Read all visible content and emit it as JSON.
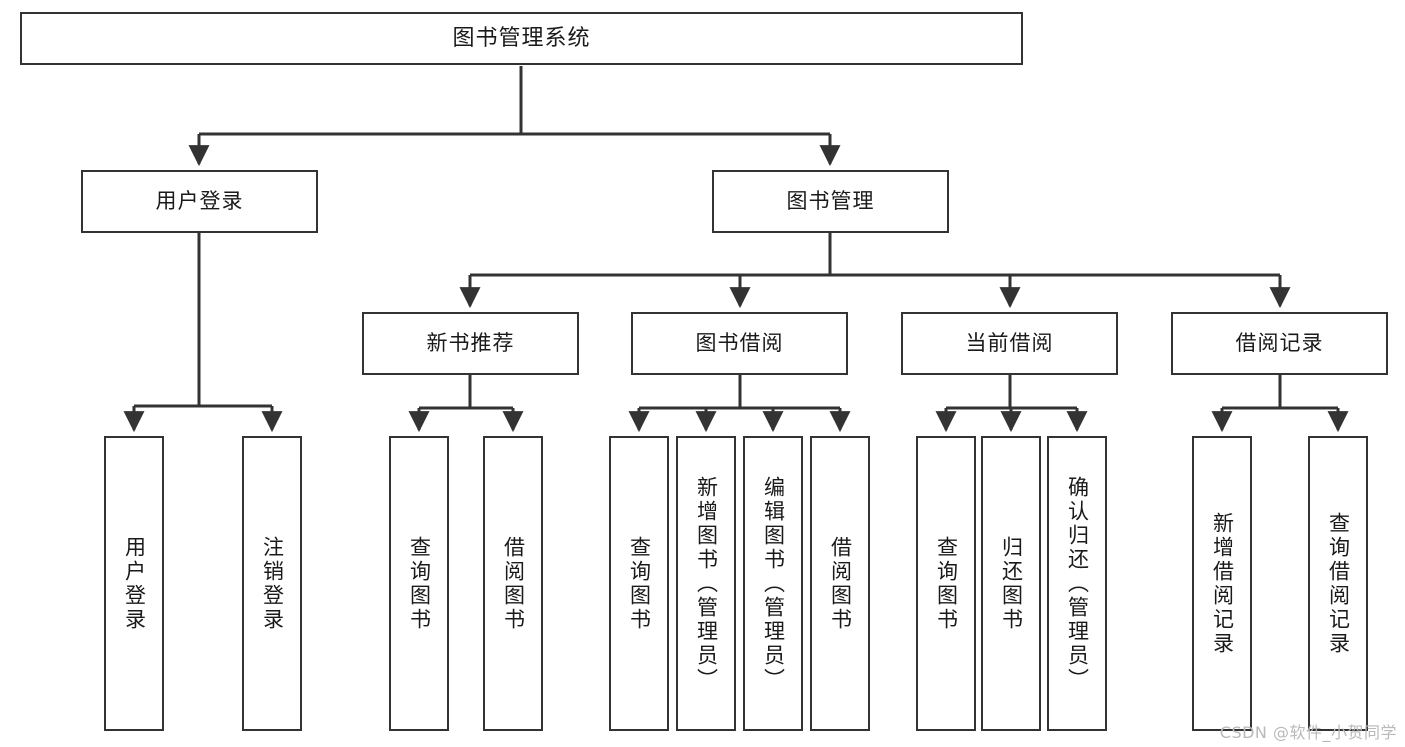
{
  "diagram": {
    "title": "图书管理系统",
    "watermark": "CSDN @软件_小贺同学",
    "colors": {
      "box_border": "#333333",
      "edge": "#333333",
      "background": "#ffffff",
      "text": "#1a1a1a",
      "watermark": "#b9b9b9"
    },
    "nodes": {
      "root": {
        "label": "图书管理系统"
      },
      "level1": [
        {
          "label": "用户登录"
        },
        {
          "label": "图书管理"
        }
      ],
      "level2": [
        {
          "label": "新书推荐"
        },
        {
          "label": "图书借阅"
        },
        {
          "label": "当前借阅"
        },
        {
          "label": "借阅记录"
        }
      ],
      "leaves_user_login": [
        {
          "label": "用户登录"
        },
        {
          "label": "注销登录"
        }
      ],
      "leaves_new_book": [
        {
          "label": "查询图书"
        },
        {
          "label": "借阅图书"
        }
      ],
      "leaves_borrow": [
        {
          "label": "查询图书"
        },
        {
          "label": "新增图书（管理员）"
        },
        {
          "label": "编辑图书（管理员）"
        },
        {
          "label": "借阅图书"
        }
      ],
      "leaves_current": [
        {
          "label": "查询图书"
        },
        {
          "label": "归还图书"
        },
        {
          "label": "确认归还（管理员）"
        }
      ],
      "leaves_record": [
        {
          "label": "新增借阅记录"
        },
        {
          "label": "查询借阅记录"
        }
      ]
    }
  }
}
